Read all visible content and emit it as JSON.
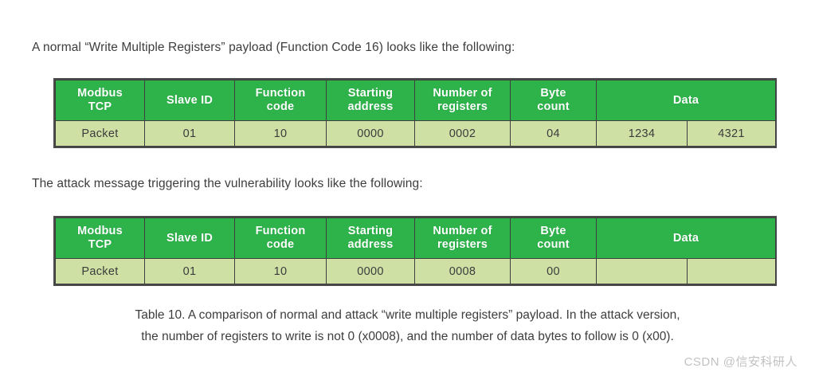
{
  "document": {
    "intro_normal": "A normal “Write Multiple Registers” payload (Function Code 16) looks like the following:",
    "intro_attack": "The attack message triggering the vulnerability looks like the following:",
    "caption_line_1": "Table 10. A comparison of normal and attack “write multiple registers” payload. In the attack version,",
    "caption_line_2": "the number of registers to write is not 0 (x0008), and the number of data bytes to follow is 0 (x00).",
    "watermark": "CSDN @信安科研人"
  },
  "colors": {
    "header_green": "#2db34a",
    "row_green": "#cfe0a5",
    "border": "#3f3f3f",
    "header_text": "#ffffff",
    "body_text": "#3b3b3b",
    "watermark_text": "#c2c2c2"
  },
  "tables": [
    {
      "id": "normal-payload-table",
      "headers": [
        {
          "line1": "Modbus",
          "line2": "TCP"
        },
        {
          "line1": "Slave ID",
          "line2": ""
        },
        {
          "line1": "Function",
          "line2": "code"
        },
        {
          "line1": "Starting",
          "line2": "address"
        },
        {
          "line1": "Number of",
          "line2": "registers"
        },
        {
          "line1": "Byte",
          "line2": "count"
        },
        {
          "line1": "Data",
          "line2": ""
        }
      ],
      "data_header_colspan": 2,
      "row": {
        "label": "Packet",
        "slave_id": "01",
        "function_code": "10",
        "starting_address": "0000",
        "number_of_registers": "0002",
        "byte_count": "04",
        "data_a": "1234",
        "data_b": "4321"
      }
    },
    {
      "id": "attack-payload-table",
      "headers": [
        {
          "line1": "Modbus",
          "line2": "TCP"
        },
        {
          "line1": "Slave ID",
          "line2": ""
        },
        {
          "line1": "Function",
          "line2": "code"
        },
        {
          "line1": "Starting",
          "line2": "address"
        },
        {
          "line1": "Number of",
          "line2": "registers"
        },
        {
          "line1": "Byte",
          "line2": "count"
        },
        {
          "line1": "Data",
          "line2": ""
        }
      ],
      "data_header_colspan": 2,
      "row": {
        "label": "Packet",
        "slave_id": "01",
        "function_code": "10",
        "starting_address": "0000",
        "number_of_registers": "0008",
        "byte_count": "00",
        "data_a": "",
        "data_b": ""
      }
    }
  ]
}
